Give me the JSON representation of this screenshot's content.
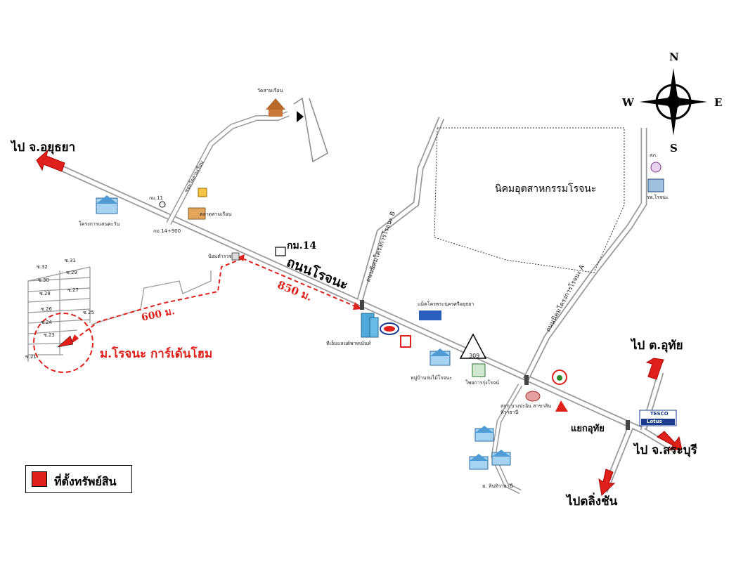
{
  "compass": {
    "north": "N",
    "south": "S",
    "east": "E",
    "west": "W"
  },
  "directions": {
    "to_ayutthaya": "ไป จ.อยุธยา",
    "to_uthai": "ไป ต.อุทัย",
    "to_saraburi": "ไป จ.สระบุรี",
    "to_talingchan": "ไปตลิ่งชัน"
  },
  "roads": {
    "rojana_road": "ถนนโรจนะ",
    "km_marker": "กม.14",
    "rojana_b": "ถนนนิคมโครงการโรจนะ B",
    "rojana_a": "ถนนนิคมโครงการโรจนะ A",
    "uthai_junction": "แยกอุทัย",
    "wat_soi": "ซอยวัดสามเรือน"
  },
  "distances": {
    "d850": "850 ม.",
    "d600": "600 ม."
  },
  "places": {
    "industrial_estate": "นิคมอุตสาหกรรมโรจนะ",
    "property_name": "ม.โรจนะ การ์เด้นโฮม",
    "temple": "วัดสามเรือน",
    "market": "ตลาดสามเรือน",
    "housing_left": "โครงการแสนคะวัน",
    "police_box": "ป้อมตำรวจ",
    "km11": "กม.11",
    "km_small": "กม.14+900",
    "mall": "ทีเอ็มแลนด์พาทเม้นท์",
    "mac": "แม็คโครพระนครศรีอยุธยา",
    "village_rojana": "หมู่บ้านร่มไม้โรจนะ",
    "hospital_school": "โพยการรุ่งโรจน์",
    "highway_309": "309",
    "bank": "สกก.บางปะอิน สาขาสินทิวาธานี",
    "sinthiwa": "ม. สินทิวาธานี",
    "police_station": "สภ.",
    "hospital_rojana": "รพ.โรจนะ",
    "lotus_top": "TESCO",
    "lotus_bottom": "Lotus"
  },
  "sois": [
    "ซ.32",
    "ซ.31",
    "ซ.30",
    "ซ.29",
    "ซ.28",
    "ซ.27",
    "ซ.26",
    "ซ.25",
    "ซ.24",
    "ซ.23",
    "ซ.21"
  ],
  "legend": {
    "label": "ที่ตั้งทรัพย์สิน",
    "color": "#e0201a"
  }
}
